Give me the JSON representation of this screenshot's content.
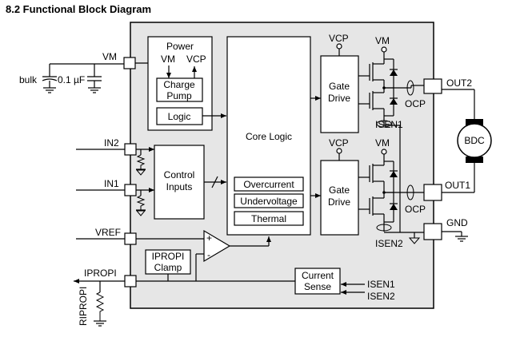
{
  "title": "8.2 Functional Block Diagram",
  "pins": {
    "vm": "VM",
    "in2": "IN2",
    "in1": "IN1",
    "vref": "VREF",
    "ipropi": "IPROPI",
    "out2": "OUT2",
    "out1": "OUT1",
    "gnd": "GND"
  },
  "external": {
    "bulk": "bulk",
    "cap": "0.1 µF",
    "ripropi": "RIPROPI",
    "motor": "BDC"
  },
  "blocks": {
    "power": {
      "title": "Power",
      "vm": "VM",
      "vcp": "VCP"
    },
    "charge_pump": [
      "Charge",
      "Pump"
    ],
    "logic": "Logic",
    "control_inputs": [
      "Control",
      "Inputs"
    ],
    "core_logic": "Core Logic",
    "overcurrent": "Overcurrent",
    "undervoltage": "Undervoltage",
    "thermal": "Thermal",
    "ipropi_clamp": [
      "IPROPI",
      "Clamp"
    ],
    "current_sense": [
      "Current",
      "Sense"
    ],
    "gate_drive_top": [
      "Gate",
      "Drive"
    ],
    "gate_drive_bottom": [
      "Gate",
      "Drive"
    ]
  },
  "bridge": {
    "vcp_top": "VCP",
    "vm_top": "VM",
    "vcp_bottom": "VCP",
    "vm_bottom": "VM",
    "ocp_top": "OCP",
    "ocp_bottom": "OCP",
    "isen1": "ISEN1",
    "isen2": "ISEN2"
  },
  "sense_inputs": {
    "isen1": "ISEN1",
    "isen2": "ISEN2"
  },
  "opamp": {
    "plus": "+",
    "minus": "-"
  }
}
